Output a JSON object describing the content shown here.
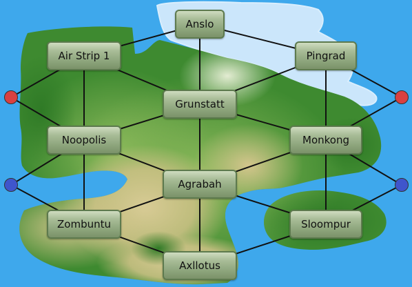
{
  "game": {
    "colors": {
      "ocean": "#3ea8ec",
      "ice": "#cbe6fb",
      "forest": "#3e8a30",
      "grassland": "#7fb04a",
      "sand": "#d2c48a",
      "link": "#111111",
      "port_red": "#d94040",
      "port_blue": "#3f55cc"
    },
    "nodes": {
      "anslo": {
        "name": "Anslo"
      },
      "pingrad": {
        "name": "Pingrad"
      },
      "airstrip1": {
        "name": "Air Strip 1"
      },
      "grunstatt": {
        "name": "Grunstatt"
      },
      "noopolis": {
        "name": "Noopolis"
      },
      "monkong": {
        "name": "Monkong"
      },
      "agrabah": {
        "name": "Agrabah"
      },
      "zombuntu": {
        "name": "Zombuntu"
      },
      "sloompur": {
        "name": "Sloompur"
      },
      "axllotus": {
        "name": "Axllotus"
      }
    },
    "ports": [
      {
        "id": "west-red",
        "color": "red"
      },
      {
        "id": "west-blue",
        "color": "blue"
      },
      {
        "id": "east-red",
        "color": "red"
      },
      {
        "id": "east-blue",
        "color": "blue"
      }
    ],
    "connections": [
      [
        "airstrip1",
        "anslo"
      ],
      [
        "anslo",
        "pingrad"
      ],
      [
        "anslo",
        "grunstatt"
      ],
      [
        "airstrip1",
        "grunstatt"
      ],
      [
        "airstrip1",
        "noopolis"
      ],
      [
        "pingrad",
        "grunstatt"
      ],
      [
        "pingrad",
        "monkong"
      ],
      [
        "grunstatt",
        "noopolis"
      ],
      [
        "grunstatt",
        "monkong"
      ],
      [
        "grunstatt",
        "agrabah"
      ],
      [
        "noopolis",
        "agrabah"
      ],
      [
        "noopolis",
        "zombuntu"
      ],
      [
        "monkong",
        "agrabah"
      ],
      [
        "monkong",
        "sloompur"
      ],
      [
        "agrabah",
        "zombuntu"
      ],
      [
        "agrabah",
        "sloompur"
      ],
      [
        "agrabah",
        "axllotus"
      ],
      [
        "zombuntu",
        "axllotus"
      ],
      [
        "sloompur",
        "axllotus"
      ],
      [
        "west-red",
        "airstrip1"
      ],
      [
        "west-red",
        "noopolis"
      ],
      [
        "west-blue",
        "noopolis"
      ],
      [
        "west-blue",
        "zombuntu"
      ],
      [
        "east-red",
        "pingrad"
      ],
      [
        "east-red",
        "monkong"
      ],
      [
        "east-blue",
        "monkong"
      ],
      [
        "east-blue",
        "sloompur"
      ]
    ]
  }
}
